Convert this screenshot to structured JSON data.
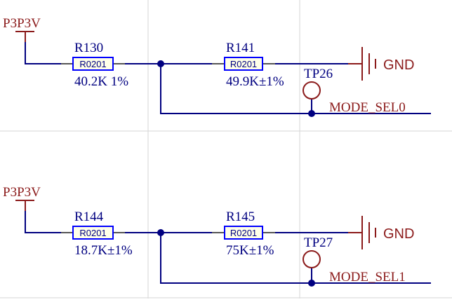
{
  "colors": {
    "background": "#FFFFFF",
    "grid": "#D6D6D6",
    "wire": "#000080",
    "power": "#8B1A1A",
    "resistor_outline": "#0000FF",
    "resistor_fill": "#FFFFE8",
    "junction": "#000080"
  },
  "circuits": [
    {
      "power_net": "P3P3V",
      "r_top": {
        "designator": "R130",
        "package": "R0201",
        "value": "40.2K 1%"
      },
      "r_bottom": {
        "designator": "R141",
        "package": "R0201",
        "value": "49.9K±1%"
      },
      "ground": "GND",
      "test_point": "TP26",
      "net_label": "MODE_SEL0"
    },
    {
      "power_net": "P3P3V",
      "r_top": {
        "designator": "R144",
        "package": "R0201",
        "value": "18.7K±1%"
      },
      "r_bottom": {
        "designator": "R145",
        "package": "R0201",
        "value": "75K±1%"
      },
      "ground": "GND",
      "test_point": "TP27",
      "net_label": "MODE_SEL1"
    }
  ]
}
